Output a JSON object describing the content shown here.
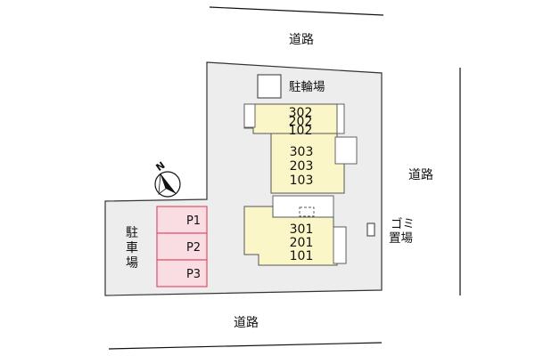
{
  "roads": {
    "top": "道路",
    "right": "道路",
    "bottom": "道路"
  },
  "bicycle_parking": {
    "label": "駐輪場"
  },
  "garbage": {
    "line1": "ゴミ",
    "line2": "置場"
  },
  "parking": {
    "label_chars": [
      "駐",
      "車",
      "場"
    ],
    "spaces": [
      "P1",
      "P2",
      "P3"
    ],
    "fill_color": "#f9dde3",
    "stroke_color": "#e0506a"
  },
  "buildings": {
    "fill_color": "#fbf6c7",
    "block_a": [
      "302",
      "202",
      "102"
    ],
    "block_b": [
      "303",
      "203",
      "103"
    ],
    "block_c": [
      "301",
      "201",
      "101"
    ]
  },
  "compass": {
    "letter": "N",
    "icon": "north-arrow-icon"
  },
  "site_color": "#ededed"
}
